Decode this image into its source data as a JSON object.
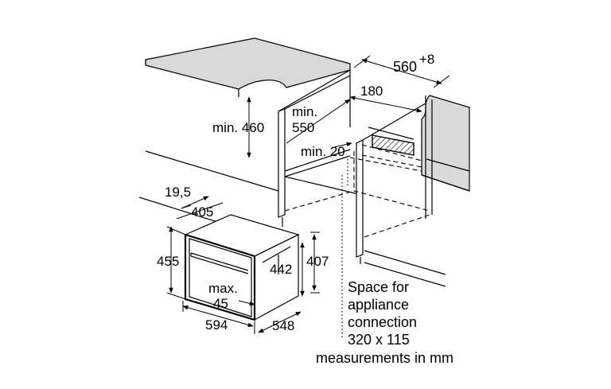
{
  "dimensions": {
    "cutout_width": "560",
    "cutout_width_tolerance": "+8",
    "rear_gap": "180",
    "min_height_above": "min. 460",
    "min_depth": "min.",
    "min_depth_value": "550",
    "min_side": "min. 20",
    "front_offset": "19,5",
    "door_width": "405",
    "overall_height": "455",
    "body_height": "442",
    "niche_height": "407",
    "max_label": "max.",
    "max_value": "45",
    "overall_width": "594",
    "overall_depth": "548"
  },
  "space_note": {
    "line1": "Space for",
    "line2": "appliance",
    "line3": "connection",
    "line4": "320 x 115"
  },
  "units_note": "measurements in mm"
}
